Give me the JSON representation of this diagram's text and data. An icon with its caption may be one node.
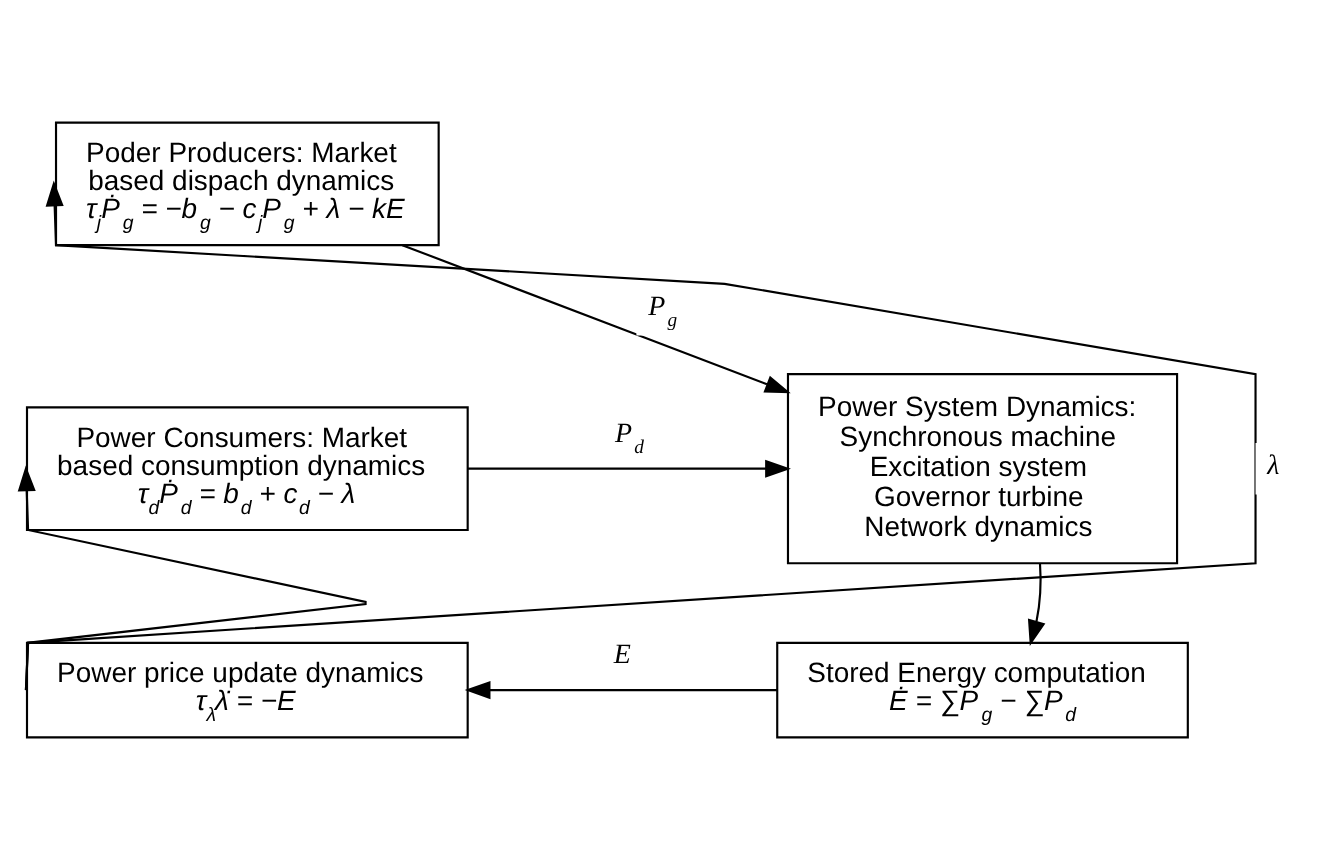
{
  "diagram": {
    "nodes": [
      {
        "text": [
          "Poder Producers: Market based dispach dynamics",
          "τ$_{j}$Ṗ$_{g}$ = −b$_{g}$ − c$_{j}$P$_{g}$ + λ − kE"
        ]
      },
      {
        "text": [
          "Power Consumers: Market based consumption dynamics",
          "τ$_{d}$Ṗ$_{d}$ = b$_{d}$ + c$_{d}$ − λ"
        ]
      },
      {
        "text": [
          "Power price update dynamics",
          "τ$_{λ}$λ̇ = −E"
        ]
      },
      {
        "text": [
          "Power System Dynamics:",
          "Synchronous machine",
          "Excitation system",
          "Governor turbine",
          "Network dynamics"
        ]
      },
      {
        "text": [
          "Stored Energy computation",
          "Ė = ∑P$_{g}$ − ∑P$_{d}$"
        ]
      }
    ],
    "edges": [
      {
        "from": 0,
        "to": 3,
        "arrow": "to",
        "label": "P$_{g}$"
      },
      {
        "from": 1,
        "to": 3,
        "arrow": "to",
        "label": "P$_{d}$"
      },
      {
        "from": 3,
        "to": 4,
        "arrow": "to"
      },
      {
        "from": 4,
        "to": 2,
        "arrow": "to",
        "label": "E"
      },
      {
        "from": 2,
        "to": 0,
        "arrow": "to",
        "label": "λ"
      },
      {
        "from": 2,
        "to": 1,
        "arrow": "to"
      }
    ]
  }
}
